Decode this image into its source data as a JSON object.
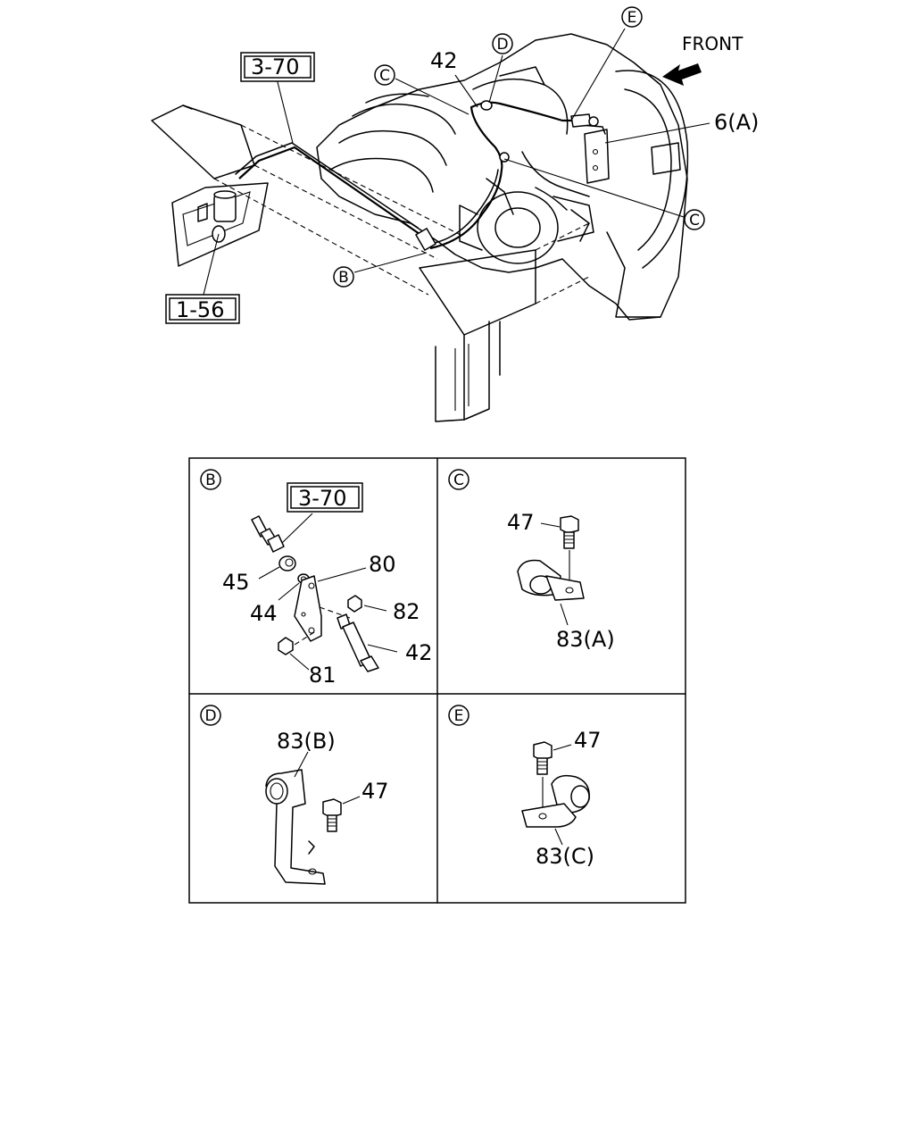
{
  "direction": {
    "text": "FRONT"
  },
  "main_labels": {
    "ref_top": "3-70",
    "ref_bottom": "1-56",
    "pipe_42": "42",
    "item_6a": "6(A)"
  },
  "callout_letters": {
    "b": "B",
    "c": "C",
    "d": "D",
    "e": "E"
  },
  "panel_b": {
    "letter": "B",
    "ref": "3-70",
    "parts": {
      "p45": "45",
      "p44": "44",
      "p80": "80",
      "p82": "82",
      "p42": "42",
      "p81": "81"
    }
  },
  "panel_c": {
    "letter": "C",
    "parts": {
      "p47": "47",
      "p83a": "83(A)"
    }
  },
  "panel_d": {
    "letter": "D",
    "parts": {
      "p83b": "83(B)",
      "p47": "47"
    }
  },
  "panel_e": {
    "letter": "E",
    "parts": {
      "p47": "47",
      "p83c": "83(C)"
    }
  }
}
